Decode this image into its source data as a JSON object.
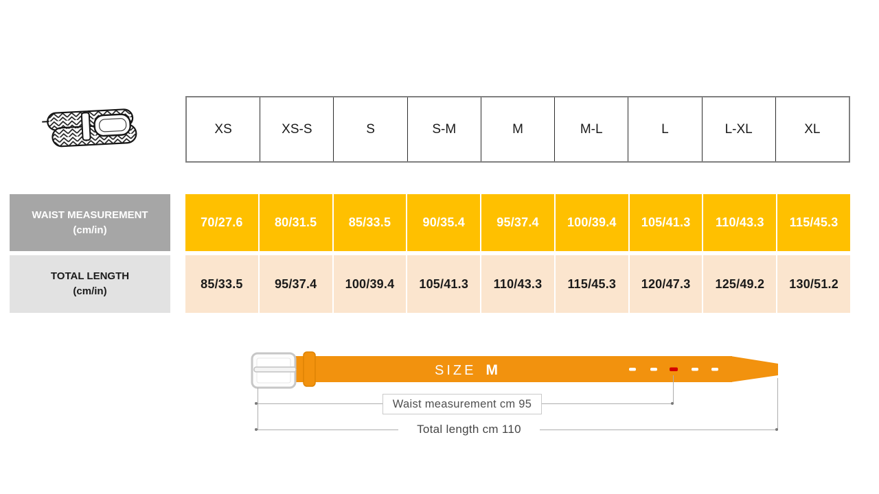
{
  "size_table": {
    "sizes": [
      "XS",
      "XS-S",
      "S",
      "S-M",
      "M",
      "M-L",
      "L",
      "L-XL",
      "XL"
    ],
    "rows": [
      {
        "label": "WAIST MEASUREMENT",
        "unit": "(cm/in)",
        "values": [
          "70/27.6",
          "80/31.5",
          "85/33.5",
          "90/35.4",
          "95/37.4",
          "100/39.4",
          "105/41.3",
          "110/43.3",
          "115/45.3"
        ]
      },
      {
        "label": "TOTAL LENGTH",
        "unit": "(cm/in)",
        "values": [
          "85/33.5",
          "95/37.4",
          "100/39.4",
          "105/41.3",
          "110/43.3",
          "115/45.3",
          "120/47.3",
          "125/49.2",
          "130/51.2"
        ]
      }
    ]
  },
  "diagram": {
    "size_label": "SIZE",
    "size_value": "M",
    "waist_annotation": "Waist measurement cm 95",
    "length_annotation": "Total length cm 110"
  },
  "icons": {
    "belt_thumbnail": "braided-belt-icon",
    "marked_hole": "red-hole-marker"
  },
  "colors": {
    "waist_row_bg": "#FFC000",
    "waist_row_text": "#FFFFFF",
    "length_row_bg": "#FBE5CE",
    "waist_label_bg": "#A6A6A6",
    "length_label_bg": "#E2E2E2",
    "belt_orange": "#F2920E",
    "marked_hole_red": "#D40000",
    "header_border_gray": "#7F7F7F"
  },
  "chart_data": {
    "type": "table",
    "columns": [
      "XS",
      "XS-S",
      "S",
      "S-M",
      "M",
      "M-L",
      "L",
      "L-XL",
      "XL"
    ],
    "rows": [
      {
        "label": "WAIST MEASUREMENT (cm/in)",
        "values": [
          "70/27.6",
          "80/31.5",
          "85/33.5",
          "90/35.4",
          "95/37.4",
          "100/39.4",
          "105/41.3",
          "110/43.3",
          "115/45.3"
        ]
      },
      {
        "label": "TOTAL LENGTH (cm/in)",
        "values": [
          "85/33.5",
          "95/37.4",
          "100/39.4",
          "105/41.3",
          "110/43.3",
          "115/45.3",
          "120/47.3",
          "125/49.2",
          "130/51.2"
        ]
      }
    ],
    "example": {
      "size": "M",
      "waist_cm": 95,
      "total_length_cm": 110
    }
  }
}
